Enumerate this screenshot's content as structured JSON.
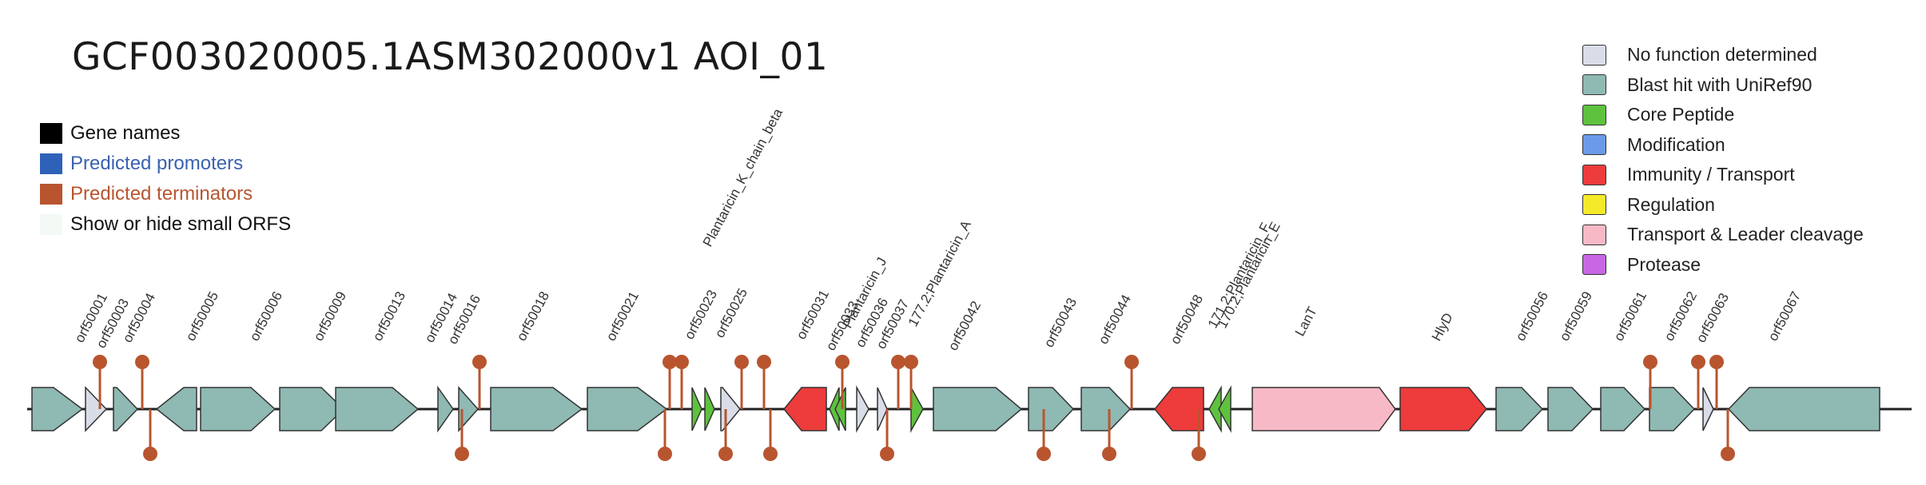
{
  "title": "GCF003020005.1ASM302000v1 AOI_01",
  "options_legend": [
    {
      "label": "Gene names",
      "swatch": "#000000",
      "text_color": "#111111"
    },
    {
      "label": "Predicted promoters",
      "swatch": "#2e62b8",
      "text_color": "#3a62b0"
    },
    {
      "label": "Predicted terminators",
      "swatch": "#b8552f",
      "text_color": "#b8552f"
    },
    {
      "label": "Show or hide small ORFS",
      "swatch": "#f3faf6",
      "text_color": "#111111"
    }
  ],
  "category_legend": [
    {
      "label": "No function determined",
      "color": "#d9dde8"
    },
    {
      "label": "Blast hit with UniRef90",
      "color": "#8fb9b3"
    },
    {
      "label": "Core Peptide",
      "color": "#5ec23e"
    },
    {
      "label": "Modification",
      "color": "#6b9be8"
    },
    {
      "label": "Immunity / Transport",
      "color": "#ee3b3b"
    },
    {
      "label": "Regulation",
      "color": "#f5ea2a"
    },
    {
      "label": "Transport & Leader cleavage",
      "color": "#f8b9c6"
    },
    {
      "label": "Protease",
      "color": "#c867e3"
    }
  ],
  "colors": {
    "stroke": "#333333",
    "terminator": "#b8552f",
    "backbone": "#222222"
  },
  "genes": [
    {
      "label": "orf50001",
      "cat": 1,
      "dir": "fwd"
    },
    {
      "label": "orf50003",
      "cat": 0,
      "dir": "fwd"
    },
    {
      "label": "orf50004",
      "cat": 1,
      "dir": "fwd"
    },
    {
      "label": "orf50005",
      "cat": 1,
      "dir": "rev"
    },
    {
      "label": "orf50006",
      "cat": 1,
      "dir": "fwd"
    },
    {
      "label": "orf50009",
      "cat": 1,
      "dir": "fwd"
    },
    {
      "label": "orf50013",
      "cat": 1,
      "dir": "fwd"
    },
    {
      "label": "orf50014",
      "cat": 1,
      "dir": "fwd"
    },
    {
      "label": "orf50016",
      "cat": 1,
      "dir": "fwd"
    },
    {
      "label": "orf50018",
      "cat": 1,
      "dir": "fwd"
    },
    {
      "label": "orf50021",
      "cat": 1,
      "dir": "fwd"
    },
    {
      "label": "orf50023",
      "cat": 2,
      "dir": "fwd"
    },
    {
      "label": "Plantaricin_K_chain_beta",
      "cat": 2,
      "dir": "fwd"
    },
    {
      "label": "orf50025",
      "cat": 0,
      "dir": "fwd"
    },
    {
      "label": "orf50031",
      "cat": 4,
      "dir": "rev"
    },
    {
      "label": "orf50033",
      "cat": 2,
      "dir": "rev"
    },
    {
      "label": "Plantaricin_J",
      "cat": 2,
      "dir": "rev"
    },
    {
      "label": "orf50036",
      "cat": 0,
      "dir": "fwd"
    },
    {
      "label": "orf50037",
      "cat": 0,
      "dir": "fwd"
    },
    {
      "label": "177.2;Plantaricin_A",
      "cat": 2,
      "dir": "fwd"
    },
    {
      "label": "orf50042",
      "cat": 1,
      "dir": "fwd"
    },
    {
      "label": "orf50043",
      "cat": 1,
      "dir": "fwd"
    },
    {
      "label": "orf50044",
      "cat": 1,
      "dir": "fwd"
    },
    {
      "label": "orf50048",
      "cat": 4,
      "dir": "rev"
    },
    {
      "label": "171.2;Plantaricin_F",
      "cat": 2,
      "dir": "rev"
    },
    {
      "label": "170.2;Plantaricin_E",
      "cat": 2,
      "dir": "rev"
    },
    {
      "label": "LanT",
      "cat": 6,
      "dir": "fwd"
    },
    {
      "label": "HlyD",
      "cat": 4,
      "dir": "fwd"
    },
    {
      "label": "orf50056",
      "cat": 1,
      "dir": "fwd"
    },
    {
      "label": "orf50059",
      "cat": 1,
      "dir": "fwd"
    },
    {
      "label": "orf50061",
      "cat": 1,
      "dir": "fwd"
    },
    {
      "label": "orf50062",
      "cat": 1,
      "dir": "fwd"
    },
    {
      "label": "orf50063",
      "cat": 0,
      "dir": "fwd"
    },
    {
      "label": "orf50067",
      "cat": 1,
      "dir": "rev"
    }
  ]
}
